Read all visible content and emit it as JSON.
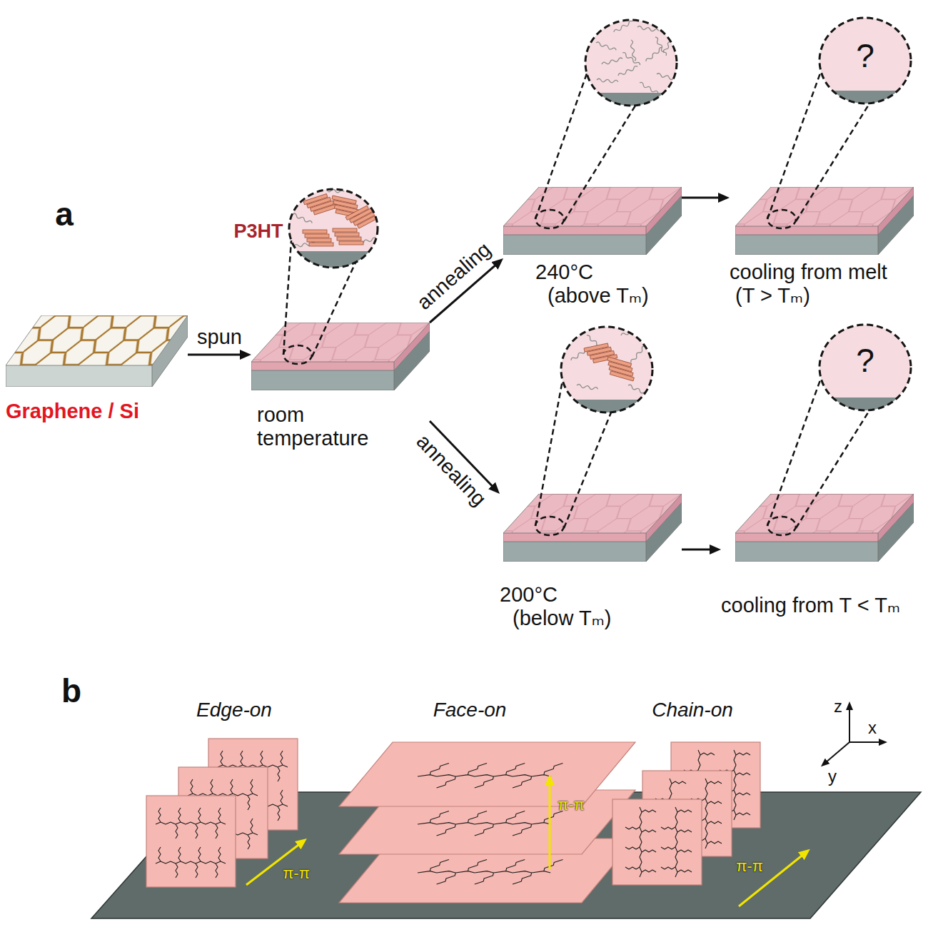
{
  "diagram": {
    "nodes": [
      {
        "text": [
          "Graphene / Si"
        ]
      },
      {
        "text": [
          "room temperature"
        ]
      },
      {
        "text": [
          "240°C",
          "(above Tₘ)"
        ]
      },
      {
        "text": [
          "cooling from melt",
          "(T > Tₘ)"
        ]
      },
      {
        "text": [
          "200°C",
          "(below Tₘ)"
        ]
      },
      {
        "text": [
          "cooling from T < Tₘ"
        ]
      }
    ],
    "edges": [
      {
        "from": 0,
        "to": 1,
        "label": "spun",
        "arrow": "to"
      },
      {
        "from": 1,
        "to": 2,
        "label": "annealing",
        "arrow": "to"
      },
      {
        "from": 1,
        "to": 4,
        "label": "annealing",
        "arrow": "to"
      },
      {
        "from": 2,
        "to": 3,
        "arrow": "to"
      },
      {
        "from": 4,
        "to": 5,
        "arrow": "to"
      }
    ],
    "labels": [
      "a",
      "P3HT",
      "?",
      "?",
      "b",
      "Edge-on",
      "Face-on",
      "Chain-on",
      "π-π",
      "π-π",
      "π-π",
      "z",
      "x",
      "y"
    ]
  }
}
